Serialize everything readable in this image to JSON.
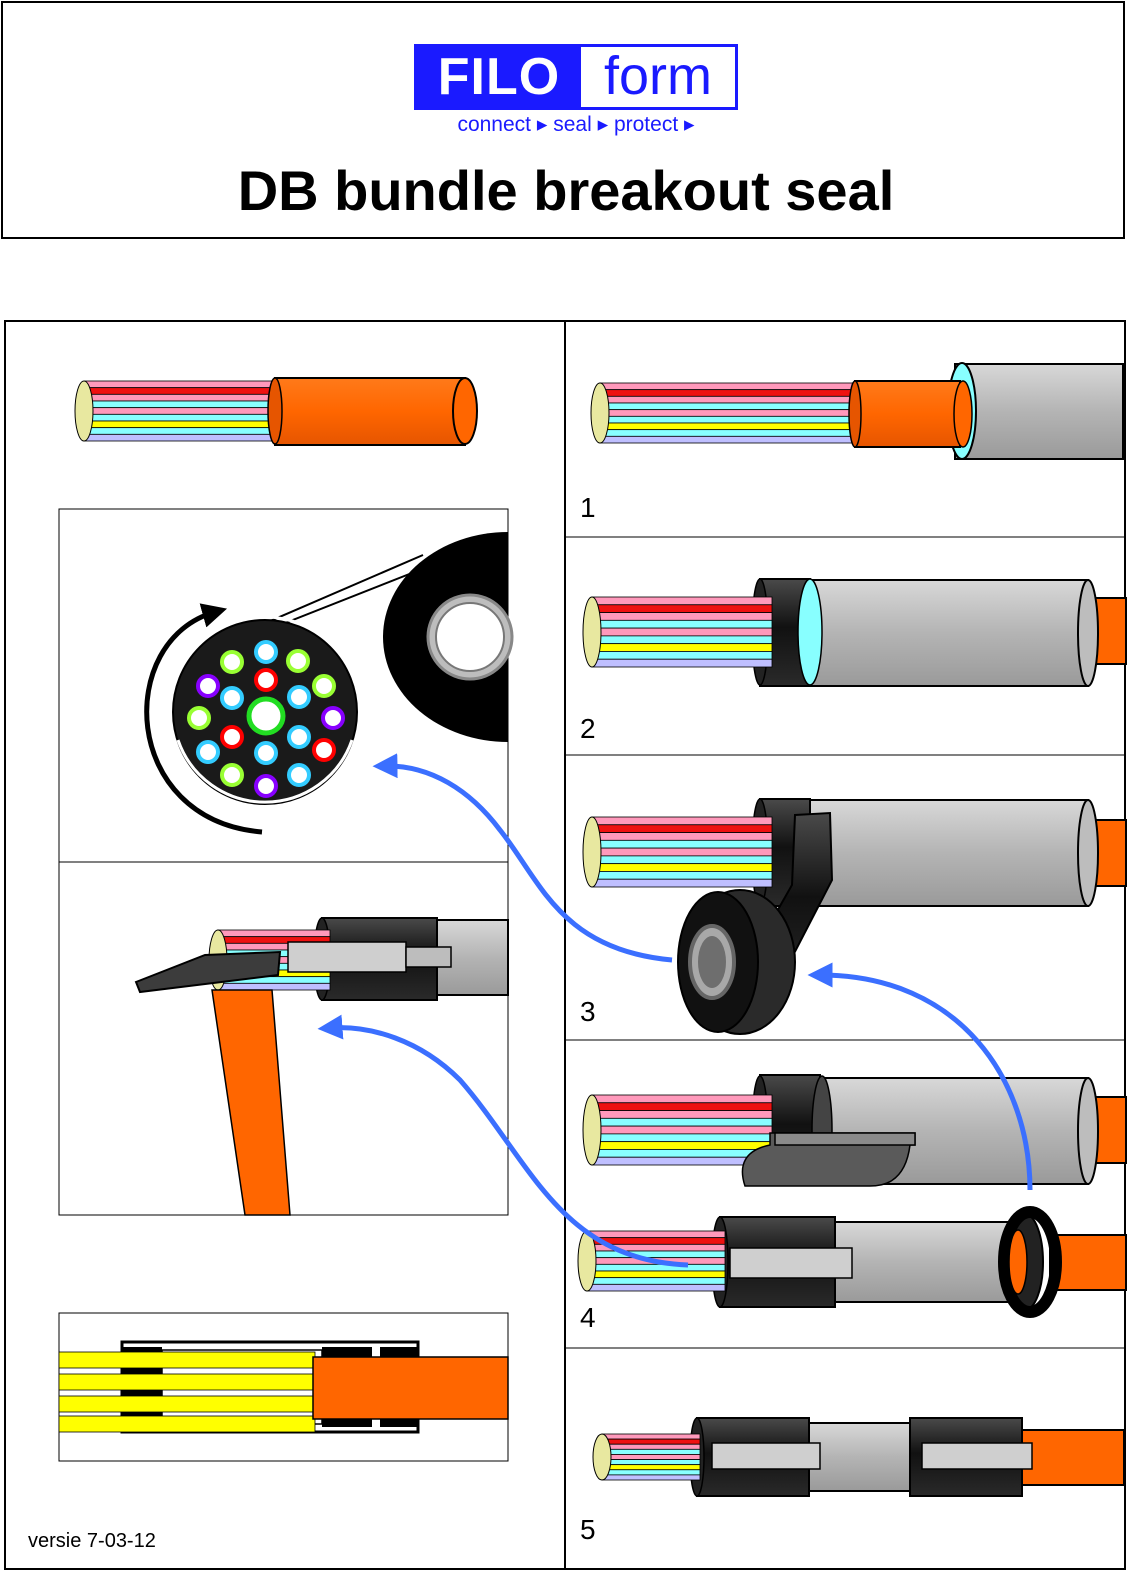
{
  "header": {
    "logo": {
      "part1": "FILO",
      "part2": "form",
      "tagline": "connect ▸ seal ▸ protect ▸"
    },
    "title": "DB bundle breakout seal"
  },
  "steps": [
    "1",
    "2",
    "3",
    "4",
    "5"
  ],
  "footer": {
    "version": "versie 7-03-12"
  },
  "colors": {
    "jacket_orange": "#ff6600",
    "duct_grey": "#bcbcbc",
    "tape_black": "#1a1a1a",
    "arrow_blue": "#3b6fff",
    "brand_blue": "#1a1aff",
    "fiber_yellow": "#ffff00",
    "fiber_red": "#ee1111",
    "fiber_pink": "#ff99bb",
    "fiber_cyan": "#88ffff",
    "fiber_lilac": "#bfbfff"
  }
}
